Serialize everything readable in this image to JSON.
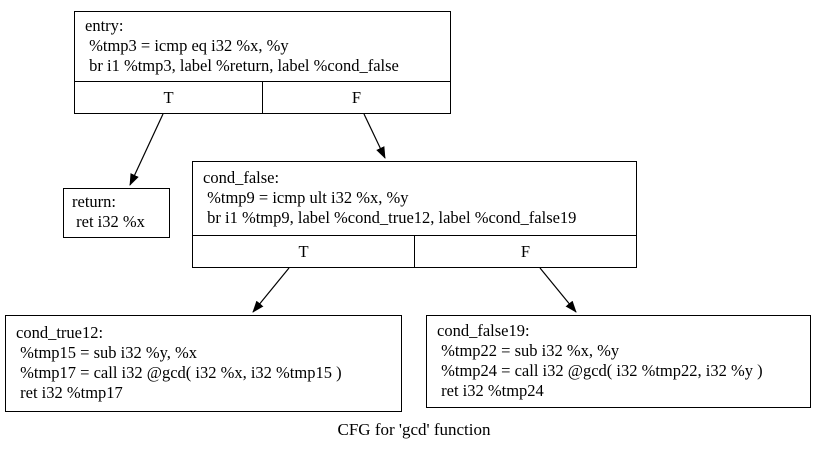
{
  "canvas": {
    "background": "#ffffff",
    "line_color": "#000000",
    "text_color": "#000000"
  },
  "caption": "CFG for 'gcd' function",
  "nodes": {
    "entry": {
      "title": "entry:",
      "line1": " %tmp3 = icmp eq i32 %x, %y",
      "line2": " br i1 %tmp3, label %return, label %cond_false",
      "port_true": "T",
      "port_false": "F"
    },
    "return": {
      "title": "return:",
      "line1": " ret i32 %x"
    },
    "cond_false": {
      "title": "cond_false:",
      "line1": " %tmp9 = icmp ult i32 %x, %y",
      "line2": " br i1 %tmp9, label %cond_true12, label %cond_false19",
      "port_true": "T",
      "port_false": "F"
    },
    "cond_true12": {
      "title": "cond_true12:",
      "line1": " %tmp15 = sub i32 %y, %x",
      "line2": " %tmp17 = call i32 @gcd( i32 %x, i32 %tmp15 )",
      "line3": " ret i32 %tmp17"
    },
    "cond_false19": {
      "title": "cond_false19:",
      "line1": " %tmp22 = sub i32 %x, %y",
      "line2": " %tmp24 = call i32 @gcd( i32 %tmp22, i32 %y )",
      "line3": " ret i32 %tmp24"
    }
  },
  "edges": [
    {
      "from": "entry:T",
      "to": "return"
    },
    {
      "from": "entry:F",
      "to": "cond_false"
    },
    {
      "from": "cond_false:T",
      "to": "cond_true12"
    },
    {
      "from": "cond_false:F",
      "to": "cond_false19"
    }
  ]
}
